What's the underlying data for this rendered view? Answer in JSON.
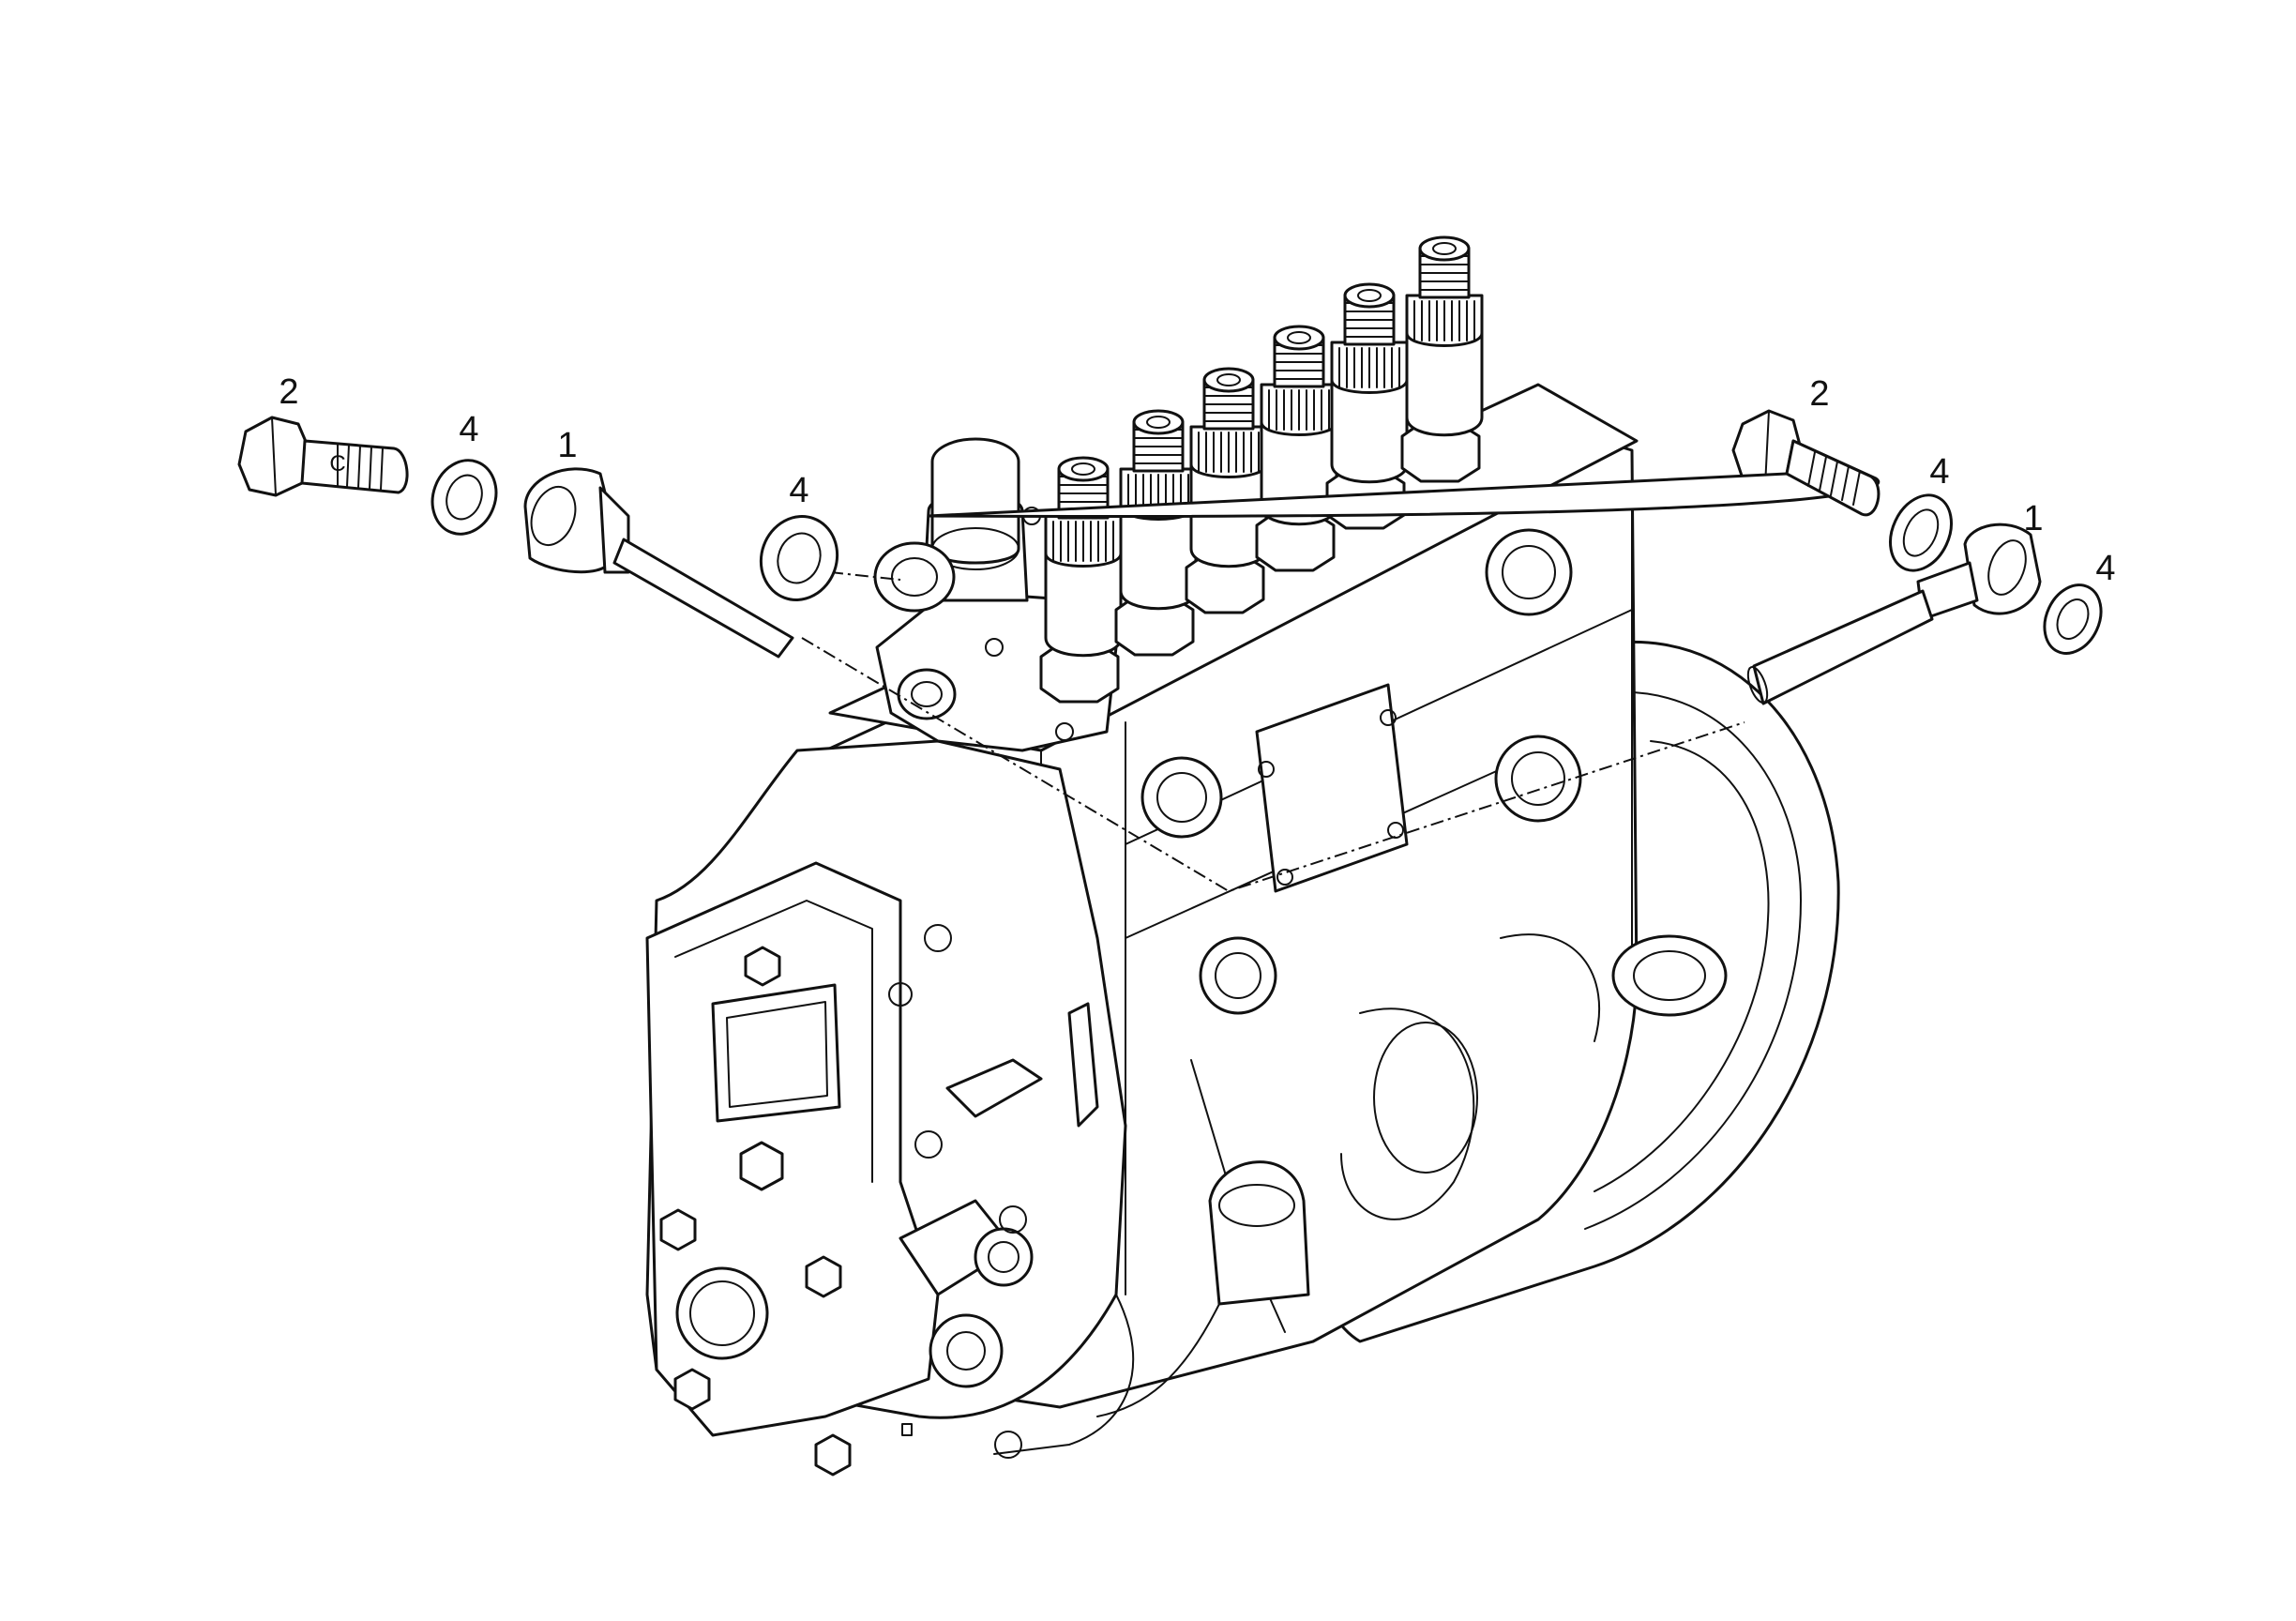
{
  "callouts": {
    "left_bolt": "2",
    "left_washer": "4",
    "left_banjo": "1",
    "mid_washer": "4",
    "right_bolt": "2",
    "right_washer_a": "4",
    "right_banjo": "1",
    "right_washer_b": "4"
  },
  "bolt_marking": "C",
  "colors": {
    "ink": "#111111",
    "paper": "#ffffff"
  }
}
